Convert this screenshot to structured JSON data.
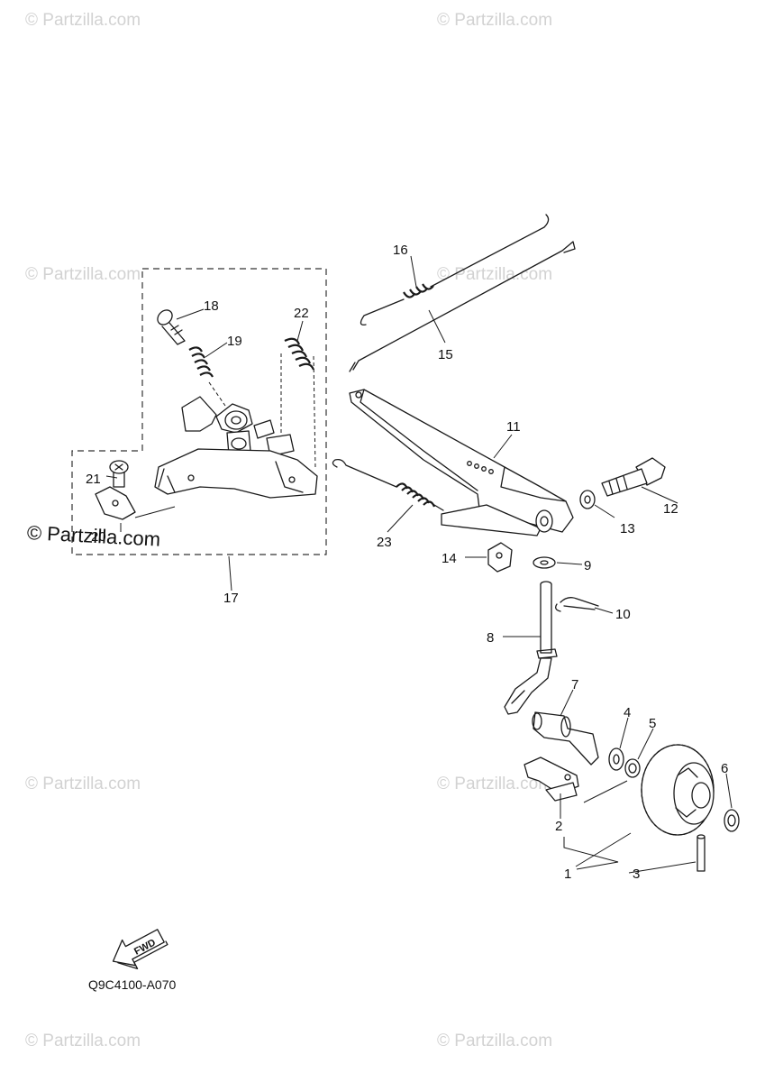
{
  "watermarks": [
    {
      "id": "wm-tl",
      "text": "© Partzilla.com"
    },
    {
      "id": "wm-tr",
      "text": "© Partzilla.com"
    },
    {
      "id": "wm-ml",
      "text": "© Partzilla.com"
    },
    {
      "id": "wm-mr",
      "text": "© Partzilla.com"
    },
    {
      "id": "wm-ll",
      "text": "© Partzilla.com"
    },
    {
      "id": "wm-lr",
      "text": "© Partzilla.com"
    },
    {
      "id": "wm-bl",
      "text": "© Partzilla.com"
    },
    {
      "id": "wm-br",
      "text": "© Partzilla.com"
    }
  ],
  "prominent_watermark": "© Partzilla.com",
  "callouts": [
    "1",
    "2",
    "3",
    "4",
    "5",
    "6",
    "7",
    "8",
    "9",
    "10",
    "11",
    "12",
    "13",
    "14",
    "15",
    "16",
    "17",
    "18",
    "19",
    "20",
    "21",
    "22",
    "23"
  ],
  "fwd_label": "FWD",
  "diagram_code": "Q9C4100-A070"
}
